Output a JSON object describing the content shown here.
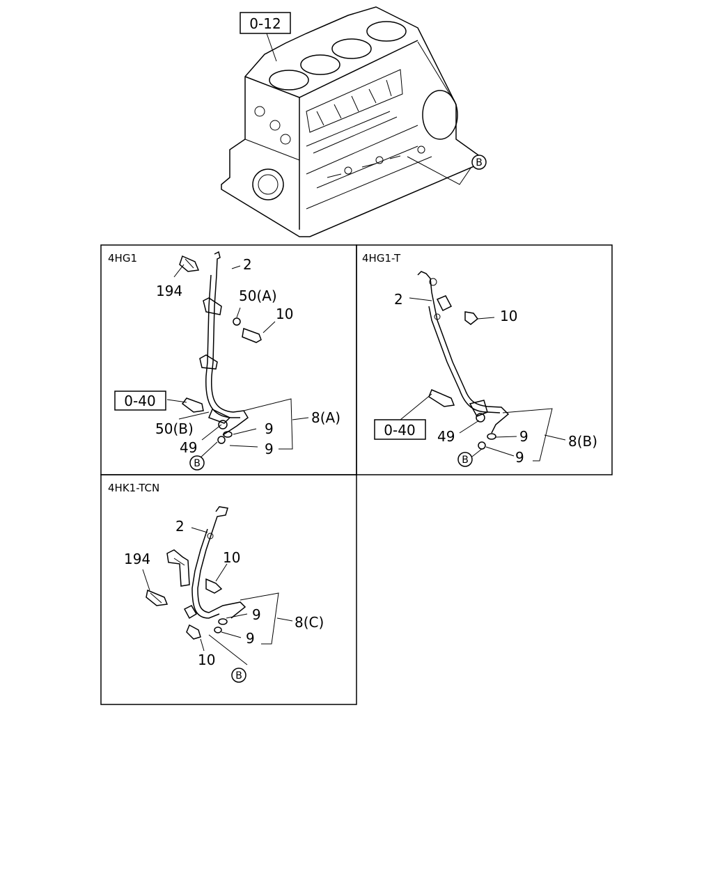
{
  "top_view": {
    "ref_block": "0-12",
    "callout_b": "B"
  },
  "panel_4hg1": {
    "title": "4HG1",
    "ref_box": "0-40",
    "labels": {
      "l194": "194",
      "l2": "2",
      "l50a": "50(A)",
      "l10": "10",
      "l50b": "50(B)",
      "l49": "49",
      "l9a": "9",
      "l9b": "9",
      "l8a": "8(A)",
      "lb": "B"
    }
  },
  "panel_4hg1t": {
    "title": "4HG1-T",
    "ref_box": "0-40",
    "labels": {
      "l2": "2",
      "l10": "10",
      "l49": "49",
      "l9a": "9",
      "l9b": "9",
      "l8b": "8(B)",
      "lb": "B"
    }
  },
  "panel_4hk1": {
    "title": "4HK1-TCN",
    "labels": {
      "l2": "2",
      "l194": "194",
      "l10a": "10",
      "l9a": "9",
      "l9b": "9",
      "l8c": "8(C)",
      "l10b": "10",
      "lb": "B"
    }
  }
}
